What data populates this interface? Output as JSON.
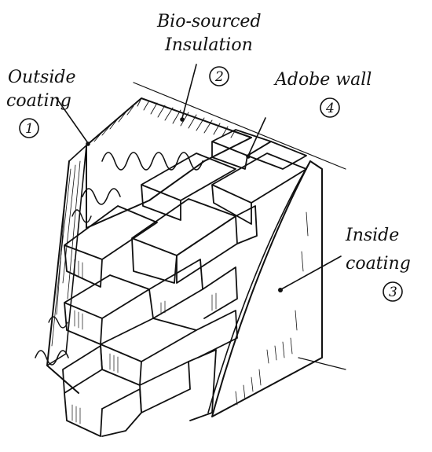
{
  "labels": {
    "outside_coating": {
      "line1": "Outside",
      "line2": "coating",
      "number": "1"
    },
    "bio_insulation": {
      "line1": "Bio-sourced",
      "line2": "Insulation",
      "number": "2"
    },
    "inside_coating": {
      "line1": "Inside",
      "line2": "coating",
      "number": "3"
    },
    "adobe_wall": {
      "line1": "Adobe wall",
      "number": "4"
    }
  },
  "colors": {
    "ink": "#111111",
    "paper": "#ffffff"
  }
}
